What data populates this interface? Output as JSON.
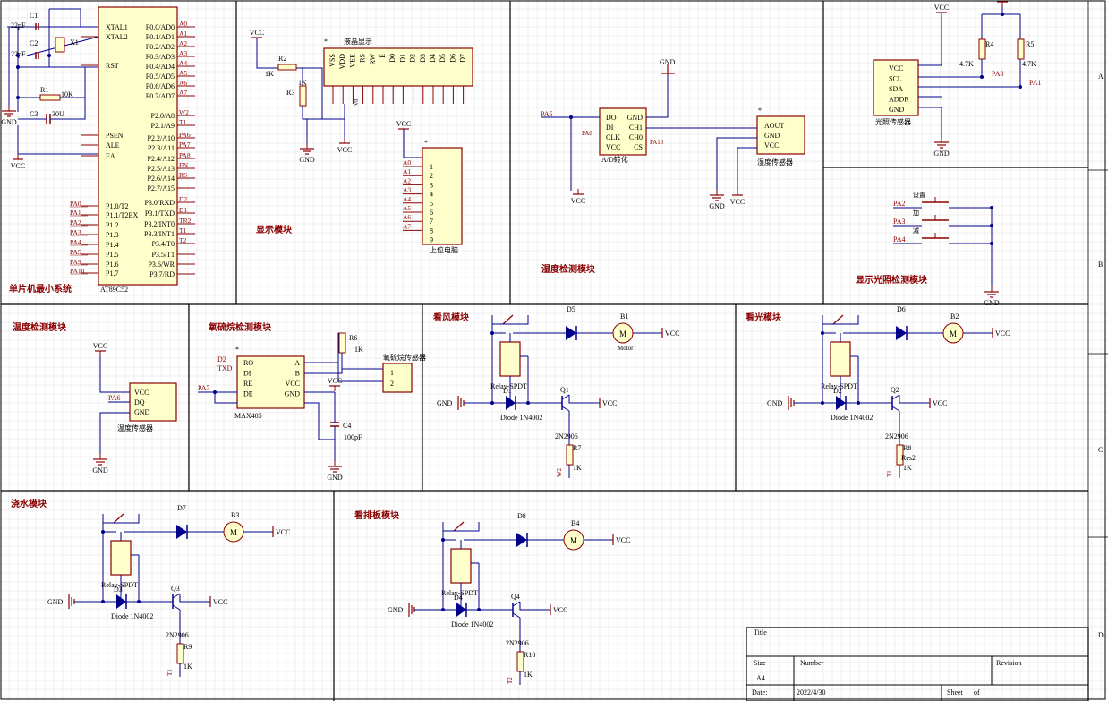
{
  "colors": {
    "wire": "#00008b",
    "part": "#8b0000",
    "fill": "#ffffcc",
    "text": "#000000",
    "grid": "#e0e0e0",
    "net": "#8b0000"
  },
  "zones": {
    "letters": [
      "A",
      "B",
      "C",
      "D"
    ]
  },
  "modules": {
    "mcu": "单片机最小系统",
    "display": "显示模块",
    "pressure": "湿度检测模块",
    "light": "显示光照检测模块",
    "temp": "温度检测模块",
    "smoke": "氧硫烷检测模块",
    "fan": "看风模块",
    "lamp": "看光模块",
    "water": "浇水模块",
    "drain": "看排板模块"
  },
  "mcu": {
    "part": "AT89C52",
    "left_pins": [
      "XTAL1",
      "XTAL2",
      "RST",
      "PSEN",
      "ALE",
      "EA",
      "P1.0/T2",
      "P1.1/T2EX",
      "P1.2",
      "P1.3",
      "P1.4",
      "P1.5",
      "P1.6",
      "P1.7"
    ],
    "right_pins": [
      "P0.0/AD0",
      "P0.1/AD1",
      "P0.2/AD2",
      "P0.3/AD3",
      "P0.4/AD4",
      "P0.5/AD5",
      "P0.6/AD6",
      "P0.7/AD7",
      "P2.0/A8",
      "P2.1/A9",
      "P2.2/A10",
      "P2.3/A11",
      "P2.4/A12",
      "P2.5/A13",
      "P2.6/A14",
      "P2.7/A15",
      "P3.0/RXD",
      "P3.1/TXD",
      "P3.2/INT0",
      "P3.3/INT1",
      "P3.4/T0",
      "P3.5/T1",
      "P3.6/WR",
      "P3.7/RD"
    ],
    "right_nets": [
      "A0",
      "A1",
      "A2",
      "A3",
      "A4",
      "A5",
      "A6",
      "A7",
      "W2",
      "T1",
      "PA6",
      "PA7",
      "PA8",
      "EN",
      "RS",
      "",
      "D2",
      "D1",
      "TR2",
      "T1",
      "T2",
      "",
      "",
      ""
    ],
    "left_nets": [
      "PA0",
      "PA1",
      "PA2",
      "PA3",
      "PA4",
      "PA5",
      "PA9",
      "PA10"
    ],
    "c1": "C1",
    "c1v": "22pF",
    "c2": "C2",
    "c2v": "22pF",
    "x1": "X1",
    "r1": "R1",
    "r1v": "10K",
    "c3": "C3",
    "c3v": "30U",
    "gnd": "GND",
    "vcc": "VCC"
  },
  "display": {
    "title": "液晶显示",
    "pins": [
      "VSS",
      "VDD",
      "VEE",
      "RS",
      "RW",
      "E",
      "D0",
      "D1",
      "D2",
      "D3",
      "D4",
      "D5",
      "D6",
      "D7"
    ],
    "r2": "R2",
    "r2v": "1K",
    "r3": "R3",
    "r3v": "1K",
    "vcc": "VCC",
    "gnd": "GND",
    "header_title": "上位电脑",
    "header_nums": [
      "1",
      "2",
      "3",
      "4",
      "5",
      "6",
      "7",
      "8",
      "9"
    ],
    "header_nets": [
      "A0",
      "A1",
      "A2",
      "A3",
      "A4",
      "A5",
      "A6",
      "A7"
    ]
  },
  "adc": {
    "part": "A/D转化",
    "left": [
      "DO",
      "DI",
      "CLK",
      "VCC"
    ],
    "right": [
      "GND",
      "CH1",
      "CH0",
      "CS"
    ],
    "nets": [
      "PA5",
      "PA0",
      "PA10"
    ],
    "sensor_pins": [
      "AOUT",
      "GND",
      "VCC"
    ],
    "sensor": "湿度传感器",
    "gnd": "GND",
    "vcc": "VCC"
  },
  "light": {
    "pins": [
      "VCC",
      "SCL",
      "SDA",
      "ADDR",
      "GND"
    ],
    "sensor": "光照传感器",
    "r4": "R4",
    "r4v": "4.7K",
    "r5": "R5",
    "r5v": "4.7K",
    "nets": [
      "PA0",
      "PA1"
    ],
    "vcc": "VCC",
    "gnd": "GND"
  },
  "keys": {
    "nets": [
      "PA2",
      "PA3",
      "PA4"
    ],
    "labels": [
      "设置",
      "加",
      "减"
    ],
    "gnd": "GND"
  },
  "temp": {
    "pins": [
      "VCC",
      "DQ",
      "GND"
    ],
    "net": "PA6",
    "sensor": "温度传感器",
    "vcc": "VCC",
    "gnd": "GND"
  },
  "smoke": {
    "part": "MAX485",
    "left": [
      "RO",
      "DI",
      "RE",
      "DE"
    ],
    "right": [
      "A",
      "B",
      "VCC",
      "GND"
    ],
    "nets": [
      "D2",
      "TXD",
      "PA7"
    ],
    "r6": "R6",
    "r6v": "1K",
    "c4": "C4",
    "c4v": "100pF",
    "sensor": "氧硫烷传感器",
    "hdr": [
      "1",
      "2"
    ],
    "vcc": "VCC",
    "gnd": "GND"
  },
  "drivers": [
    {
      "relay": "Relay-SPDT",
      "diode_ref": "D1",
      "diode": "Diode 1N4002",
      "led": "D5",
      "motor": "B1",
      "motor_label": "Motor",
      "q": "Q1",
      "trans": "2N2906",
      "r": "R7",
      "rv": "1K",
      "net": "W2",
      "vcc": "VCC",
      "gnd": "GND"
    },
    {
      "relay": "Relay-SPDT",
      "diode_ref": "D2",
      "diode": "Diode 1N4002",
      "led": "D6",
      "motor": "B2",
      "motor_label": "",
      "q": "Q2",
      "trans": "2N2906",
      "r": "R8",
      "rv": "1K",
      "rtype": "Res2",
      "net": "T1",
      "vcc": "VCC",
      "gnd": "GND"
    },
    {
      "relay": "Relay-SPDT",
      "diode_ref": "D3",
      "diode": "Diode 1N4002",
      "led": "D7",
      "motor": "B3",
      "motor_label": "",
      "q": "Q3",
      "trans": "2N2906",
      "r": "R9",
      "rv": "1K",
      "net": "T1",
      "vcc": "VCC",
      "gnd": "GND"
    },
    {
      "relay": "Relay-SPDT",
      "diode_ref": "D4",
      "diode": "Diode 1N4002",
      "led": "D8",
      "motor": "B4",
      "motor_label": "",
      "q": "Q4",
      "trans": "2N2906",
      "r": "R10",
      "rv": "1K",
      "net": "T2",
      "vcc": "VCC",
      "gnd": "GND"
    }
  ],
  "titleblock": {
    "title": "Title",
    "size": "Size",
    "size_val": "A4",
    "number": "Number",
    "revision": "Revision",
    "date": "Date:",
    "date_val": "2022/4/30",
    "sheet": "Sheet",
    "of": "of"
  }
}
